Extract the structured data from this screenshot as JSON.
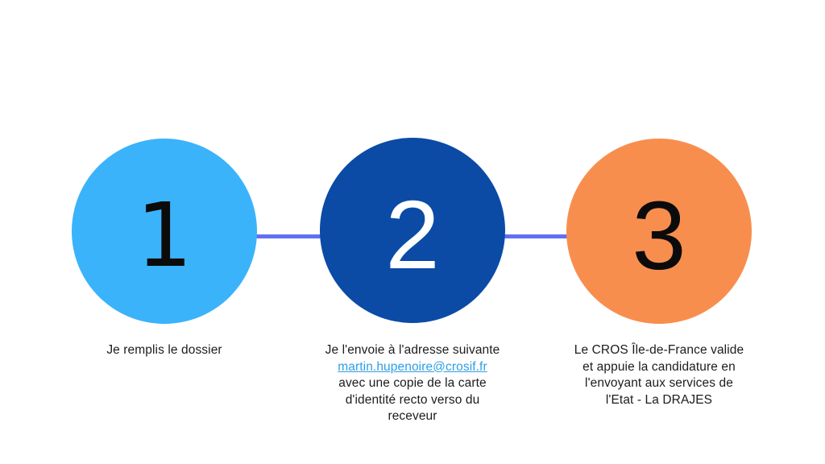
{
  "colors": {
    "background": "#FFFFFF",
    "connector": "#6170F1",
    "caption_text": "#1C1C1E",
    "link": "#2E9FE6"
  },
  "steps": [
    {
      "number": "1",
      "circle_color": "#3BB3FA",
      "number_color": "#0B0B0B",
      "caption": {
        "line1": "Je remplis le dossier"
      }
    },
    {
      "number": "2",
      "circle_color": "#0B4BA6",
      "number_color": "#FFFFFF",
      "caption": {
        "line1": "Je l'envoie à l'adresse suivante",
        "link_text": "martin.hupenoire@crosif.fr",
        "line3": "avec une copie de la carte",
        "line4": "d'identité recto verso du",
        "line5": "receveur"
      }
    },
    {
      "number": "3",
      "circle_color": "#F88E4E",
      "number_color": "#0B0B0B",
      "caption": {
        "line1": "Le CROS Île-de-France valide",
        "line2": "et appuie la candidature en",
        "line3": "l'envoyant aux services de",
        "line4": "l'Etat - La DRAJES"
      }
    }
  ]
}
